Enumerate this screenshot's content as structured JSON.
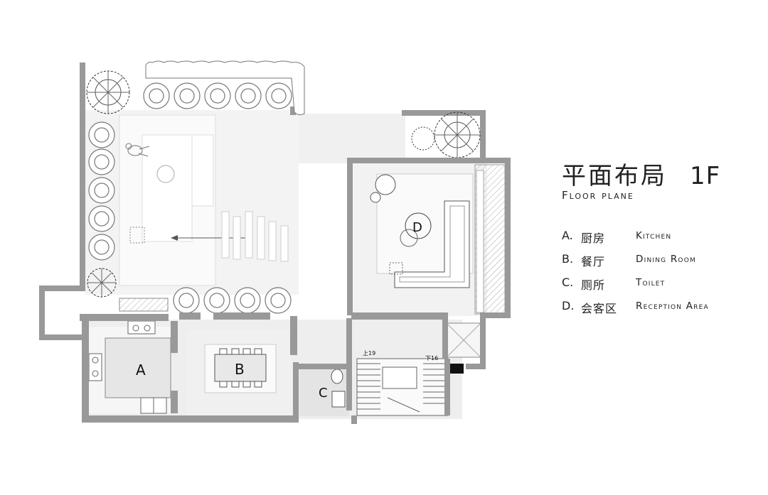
{
  "title": {
    "text": "平面布局",
    "floor": "1F"
  },
  "subtitle": "Floor plane",
  "legend": [
    {
      "code": "A.",
      "cn": "厨房",
      "en": "Kitchen"
    },
    {
      "code": "B.",
      "cn": "餐厅",
      "en": "Dining Room"
    },
    {
      "code": "C.",
      "cn": "厕所",
      "en": "Toilet"
    },
    {
      "code": "D.",
      "cn": "会客区",
      "en": "Reception Area"
    }
  ],
  "plan_labels": {
    "a": "A",
    "b": "B",
    "c": "C",
    "d": "D",
    "stair_up": "上19",
    "stair_down": "下16"
  },
  "colors": {
    "wall": "#999999",
    "floor": "#e8e8e8",
    "terrace": "#f4f4f4",
    "hatch": "#bbbbbb"
  }
}
